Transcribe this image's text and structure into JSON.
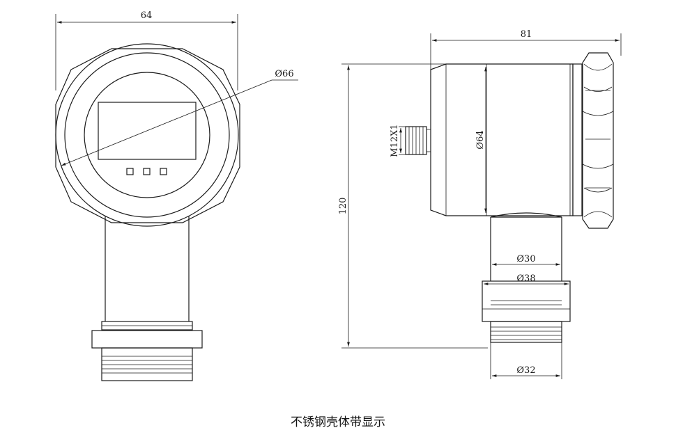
{
  "dimensions": {
    "front_width": "64",
    "front_diameter": "Ø66",
    "side_length": "81",
    "side_height": "120",
    "body_diameter": "Ø64",
    "port_thread": "M12X1",
    "neck_diameter": "Ø30",
    "flange_diameter": "Ø38",
    "thread_diameter": "Ø32"
  },
  "caption": "不锈钢壳体带显示"
}
